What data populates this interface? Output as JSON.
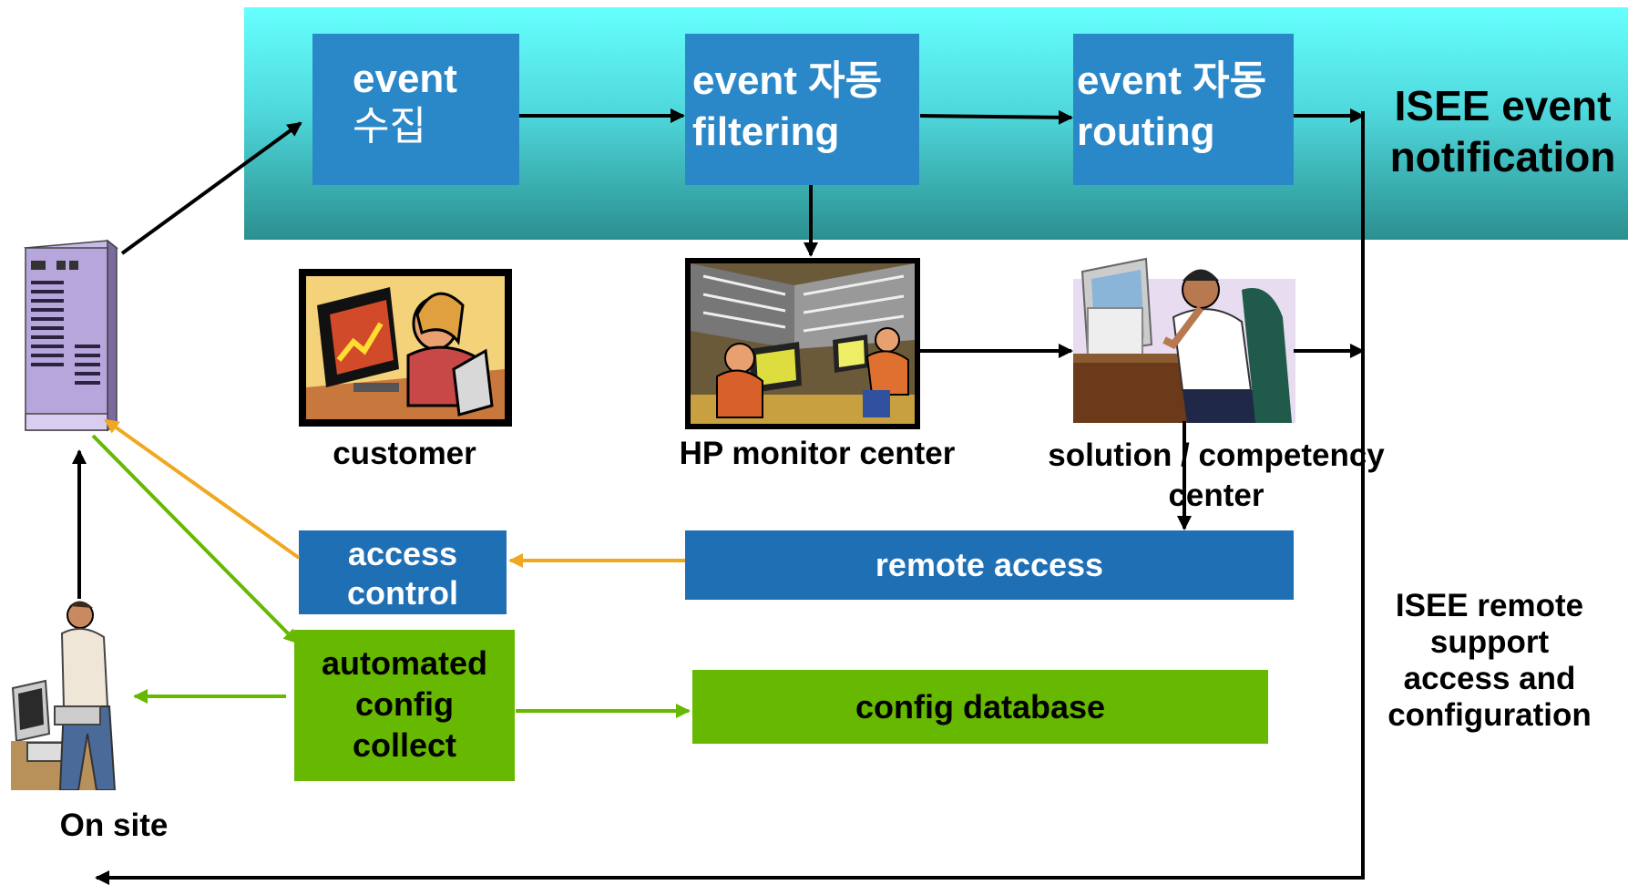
{
  "boxes": {
    "collect": {
      "line1": "event",
      "line2": "수집"
    },
    "filter": {
      "line1": "event  자동",
      "line2": "filtering"
    },
    "route": {
      "line1": "event 자동",
      "line2": "routing"
    },
    "access_control": {
      "line1": "access",
      "line2": "control"
    },
    "remote_access": "remote access",
    "auto_config": {
      "line1": "automated",
      "line2": "config",
      "line3": "collect"
    },
    "config_db": "config database"
  },
  "labels": {
    "notification": {
      "line1": "ISEE event",
      "line2": "notification"
    },
    "remote_support": {
      "line1": "ISEE remote",
      "line2": "support",
      "line3": "access and",
      "line4": "configuration"
    },
    "customer": "customer",
    "monitor": "HP monitor center",
    "solution": {
      "line1": "solution / competency",
      "line2": "center"
    },
    "onsite": "On site"
  },
  "icons": [
    "server-icon",
    "customer-clipart-icon",
    "monitor-center-clipart-icon",
    "engineer-clipart-icon",
    "technician-clipart-icon"
  ],
  "colors": {
    "band_top": "#66ffff",
    "band_bottom": "#2b8f8f",
    "box_blue": "#2b88c8",
    "box_green": "#66b800",
    "arrow_orange": "#f0a820",
    "arrow_green": "#66b800"
  }
}
